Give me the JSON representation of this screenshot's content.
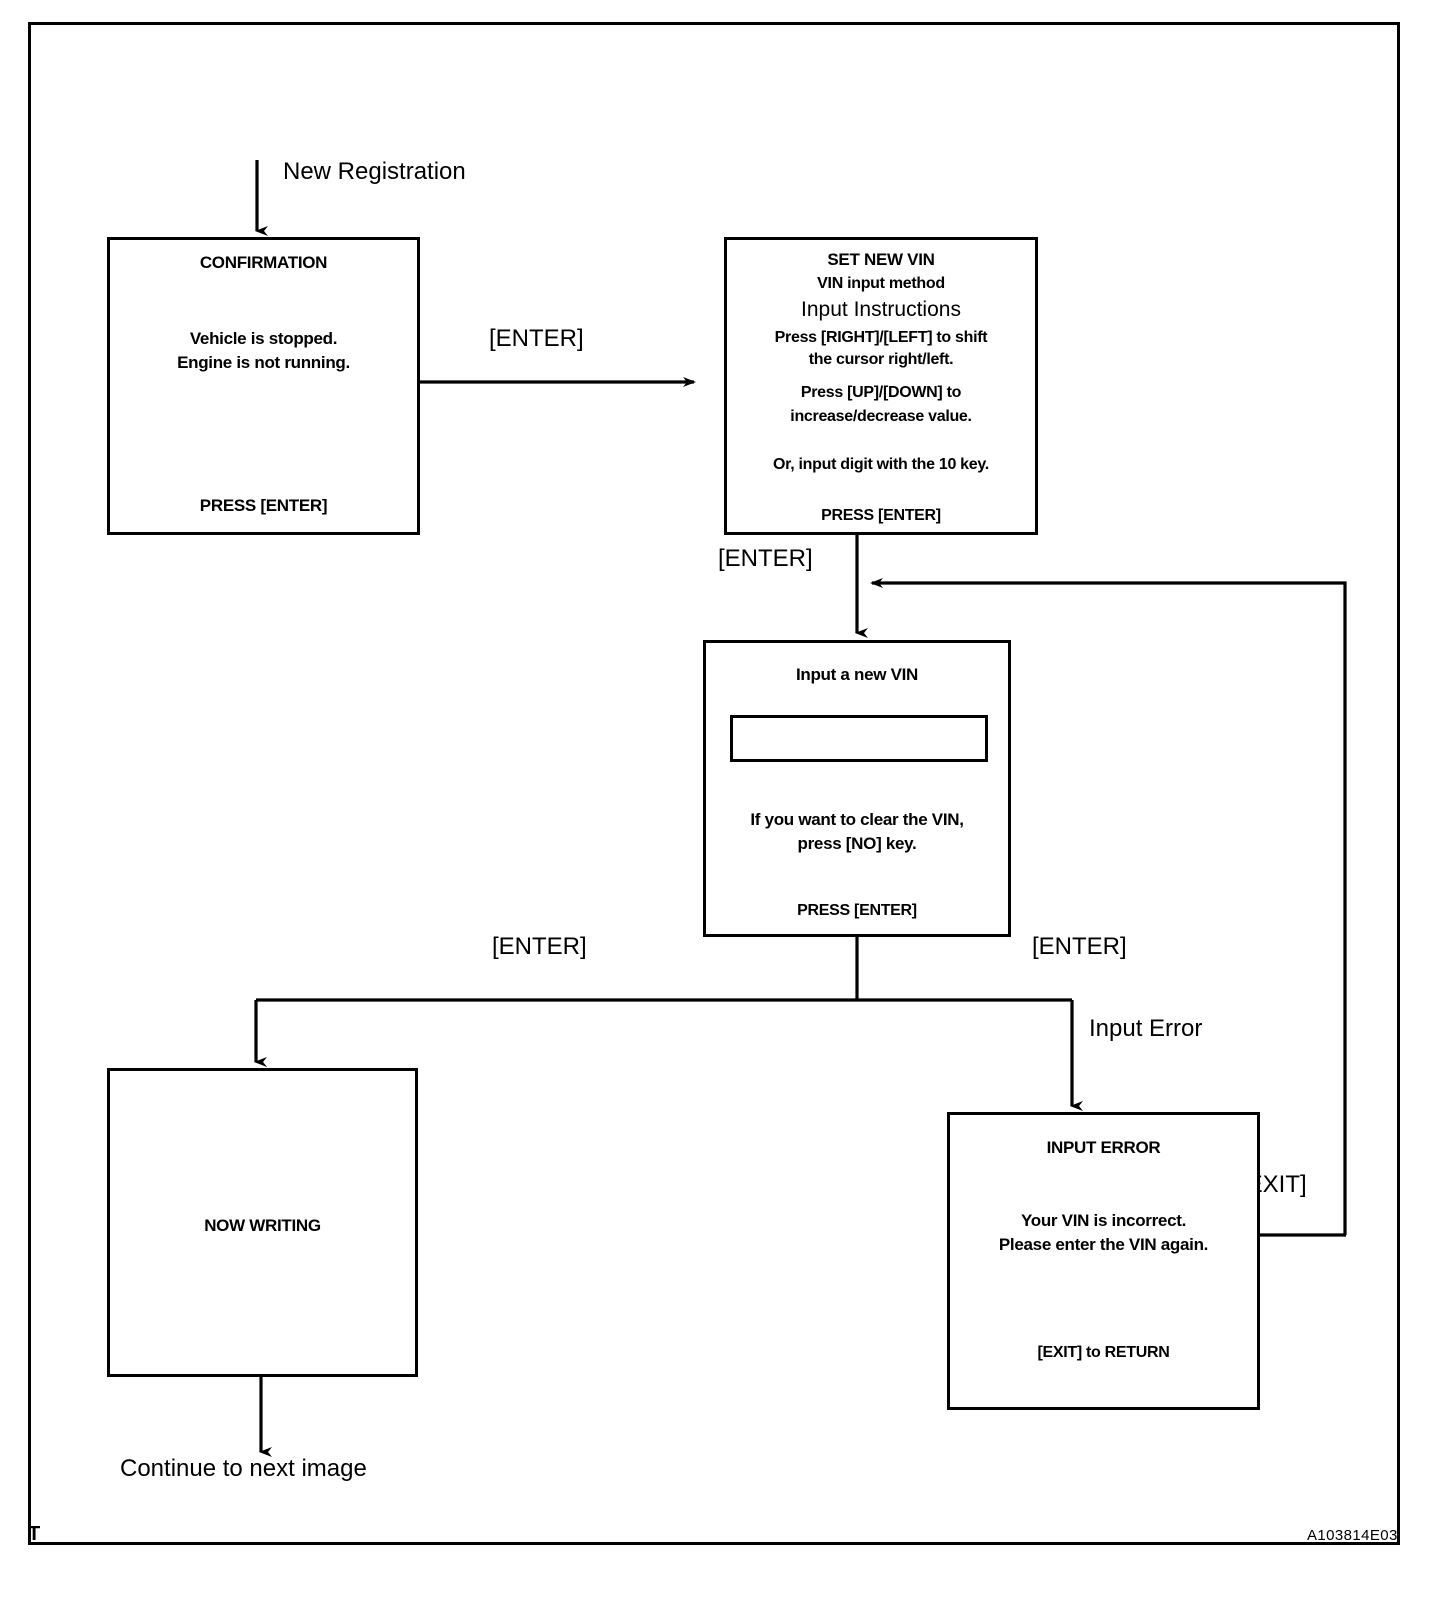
{
  "diagram": {
    "figure_code": "A103814E03",
    "corner_mark": "T",
    "entry_label": "New Registration",
    "exit_label": "Continue to next image",
    "boxes": {
      "confirmation": {
        "title": "CONFIRMATION",
        "line1": "Vehicle is stopped.",
        "line2": "Engine is not running.",
        "footer": "PRESS [ENTER]"
      },
      "set_new_vin": {
        "title": "SET NEW VIN",
        "subtitle": "VIN input method",
        "heading": "Input Instructions",
        "line1": "Press [RIGHT]/[LEFT] to shift",
        "line2": "the cursor right/left.",
        "line3": "Press [UP]/[DOWN]  to",
        "line4": "increase/decrease value.",
        "line5": "Or, input digit with the 10 key.",
        "footer": "PRESS [ENTER]"
      },
      "input_new_vin": {
        "title": "Input a new VIN",
        "field_value": "",
        "line1": "If you want to clear the VIN,",
        "line2": "press [NO] key.",
        "footer": "PRESS [ENTER]"
      },
      "now_writing": {
        "title": "NOW WRITING"
      },
      "input_error": {
        "title": "INPUT  ERROR",
        "line1": "Your VIN is incorrect.",
        "line2": "Please enter the VIN again.",
        "footer": "[EXIT] to RETURN"
      }
    },
    "edges": {
      "confirm_to_setvin": "[ENTER]",
      "setvin_to_input": "[ENTER]",
      "input_to_writing": "[ENTER]",
      "input_to_error": "[ENTER]",
      "error_branch": "Input Error",
      "error_return": "[EXIT]"
    }
  }
}
